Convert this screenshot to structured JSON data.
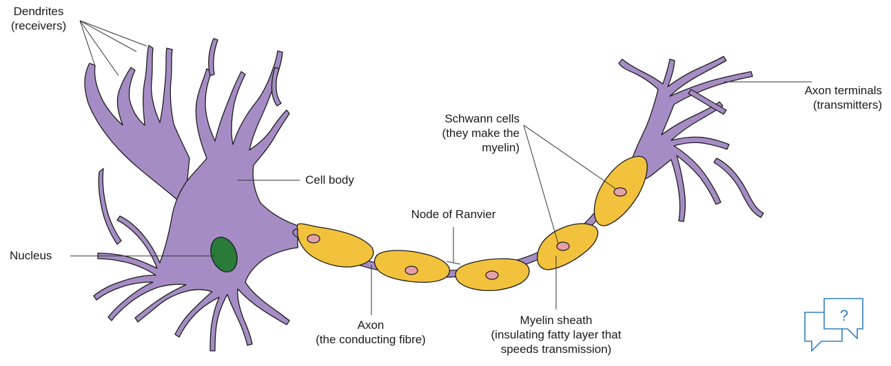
{
  "labels": {
    "dendrites": [
      "Dendrites",
      "(receivers)"
    ],
    "cell_body": "Cell body",
    "nucleus": "Nucleus",
    "node_of_ranvier": "Node of Ranvier",
    "schwann_cells": [
      "Schwann cells",
      "(they make the",
      "myelin)"
    ],
    "axon": [
      "Axon",
      "(the conducting fibre)"
    ],
    "myelin_sheath": [
      "Myelin sheath",
      "(insulating fatty layer that",
      "speeds transmission)"
    ],
    "axon_terminals": [
      "Axon terminals",
      "(transmitters)"
    ]
  },
  "icons": {
    "help": "question-chat-icon",
    "help_glyph": "?"
  },
  "colors": {
    "neuron": "#a68cc4",
    "myelin": "#f2c23c",
    "schwann_nucleus": "#e5a0a8",
    "nucleus": "#2a7a3a",
    "line": "#333333",
    "icon": "#2f7fbf"
  }
}
